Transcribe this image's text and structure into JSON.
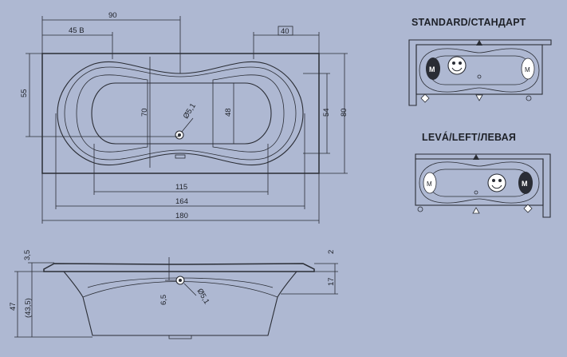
{
  "top_view": {
    "dim_90": "90",
    "dim_45b": "45 B",
    "dim_40": "40",
    "dim_55": "55",
    "dim_70": "70",
    "dim_48": "48",
    "dim_54": "54",
    "dim_80": "80",
    "dim_drain": "Ø5,1",
    "dim_115": "115",
    "dim_164": "164",
    "dim_180": "180"
  },
  "side_view": {
    "dim_3_5": "3,5",
    "dim_47": "47",
    "dim_43_5": "(43,5)",
    "dim_6_5": "6,5",
    "dim_drain": "Ø5,1",
    "dim_2": "2",
    "dim_17": "17"
  },
  "variants": {
    "standard_title": "STANDARD/СТАНДАРТ",
    "left_title": "LEVÁ/LEFT/ЛЕВАЯ",
    "standard_left_badge": "M",
    "standard_right_badge": "M",
    "left_left_badge": "M",
    "left_right_badge": "M"
  },
  "colors": {
    "background": "#aeb8d2",
    "line": "#2a2d35",
    "tub_fill": "#ffffff"
  }
}
